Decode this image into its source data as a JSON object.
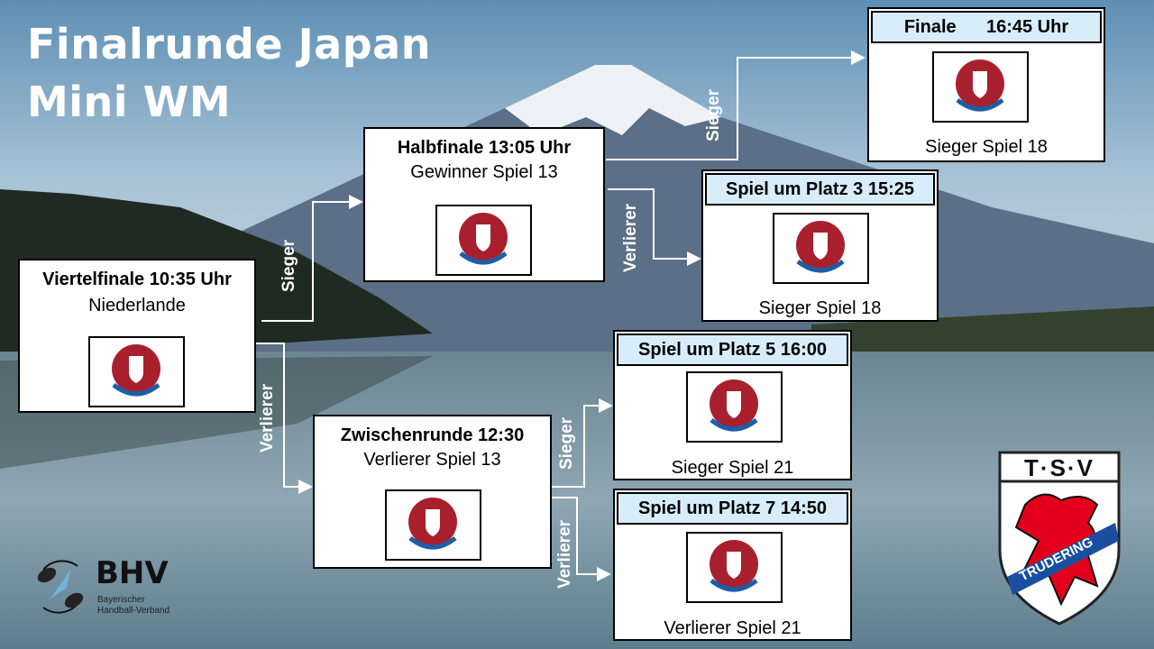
{
  "title": {
    "line1": "Finalrunde Japan",
    "line2": "Mini WM"
  },
  "boxes": {
    "viertelfinale": {
      "title": "Viertelfinale 10:35 Uhr",
      "subtitle": "Niederlande"
    },
    "halbfinale": {
      "title": "Halbfinale 13:05 Uhr",
      "subtitle": "Gewinner Spiel 13"
    },
    "zwischenrunde": {
      "title": "Zwischenrunde 12:30",
      "subtitle": "Verlierer Spiel 13"
    },
    "finale": {
      "header": "Finale      16:45 Uhr",
      "footer": "Sieger Spiel 18"
    },
    "platz3": {
      "header": "Spiel um Platz 3 15:25",
      "footer": "Sieger Spiel 18"
    },
    "platz5": {
      "header": "Spiel um Platz 5 16:00",
      "footer": "Sieger Spiel 21"
    },
    "platz7": {
      "header": "Spiel um Platz 7 14:50",
      "footer": "Verlierer Spiel 21"
    }
  },
  "connectors": {
    "sieger": "Sieger",
    "verlierer": "Verlierer"
  },
  "logos": {
    "bhv_name": "BHV",
    "bhv_sub1": "Bayerischer",
    "bhv_sub2": "Handball-Verband",
    "tsv_top": "T·S·V",
    "tsv_band": "TRUDERING"
  },
  "colors": {
    "header_bg": "#d7eefa",
    "logo_red": "#a8202e",
    "lion_red": "#e3001b",
    "band_blue": "#1a4fa0"
  }
}
